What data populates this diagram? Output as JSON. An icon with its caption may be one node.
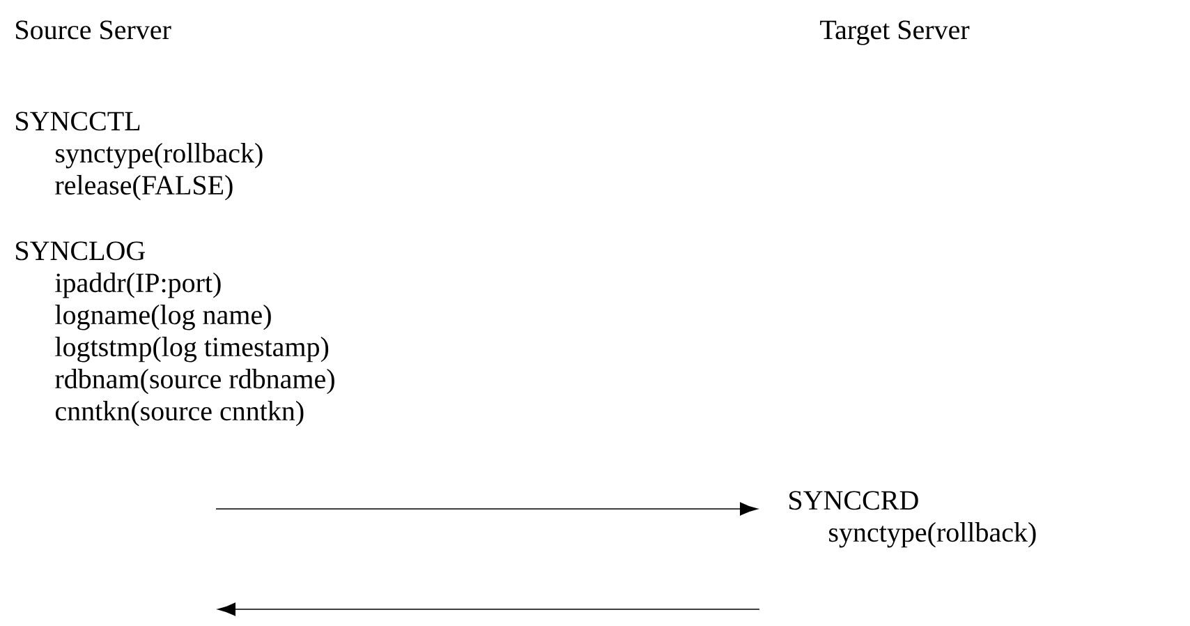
{
  "diagram": {
    "nodes": [
      {
        "text": [
          "SYNCCTL",
          "synctype(rollback)",
          "release(FALSE)"
        ]
      },
      {
        "text": [
          "SYNCLOG",
          "ipaddr(IP:port)",
          "logname(log name)",
          "logtstmp(log timestamp)",
          "rdbnam(source rdbname)",
          "cnntkn(source cnntkn)"
        ]
      },
      {
        "text": [
          "SYNCCRD",
          "synctype(rollback)"
        ]
      }
    ],
    "edges": [
      {
        "from": null,
        "to": 2,
        "arrow": "to"
      },
      {
        "from": 2,
        "to": null,
        "arrow": "to"
      }
    ],
    "labels": [
      "Source Server",
      "Target Server"
    ]
  }
}
